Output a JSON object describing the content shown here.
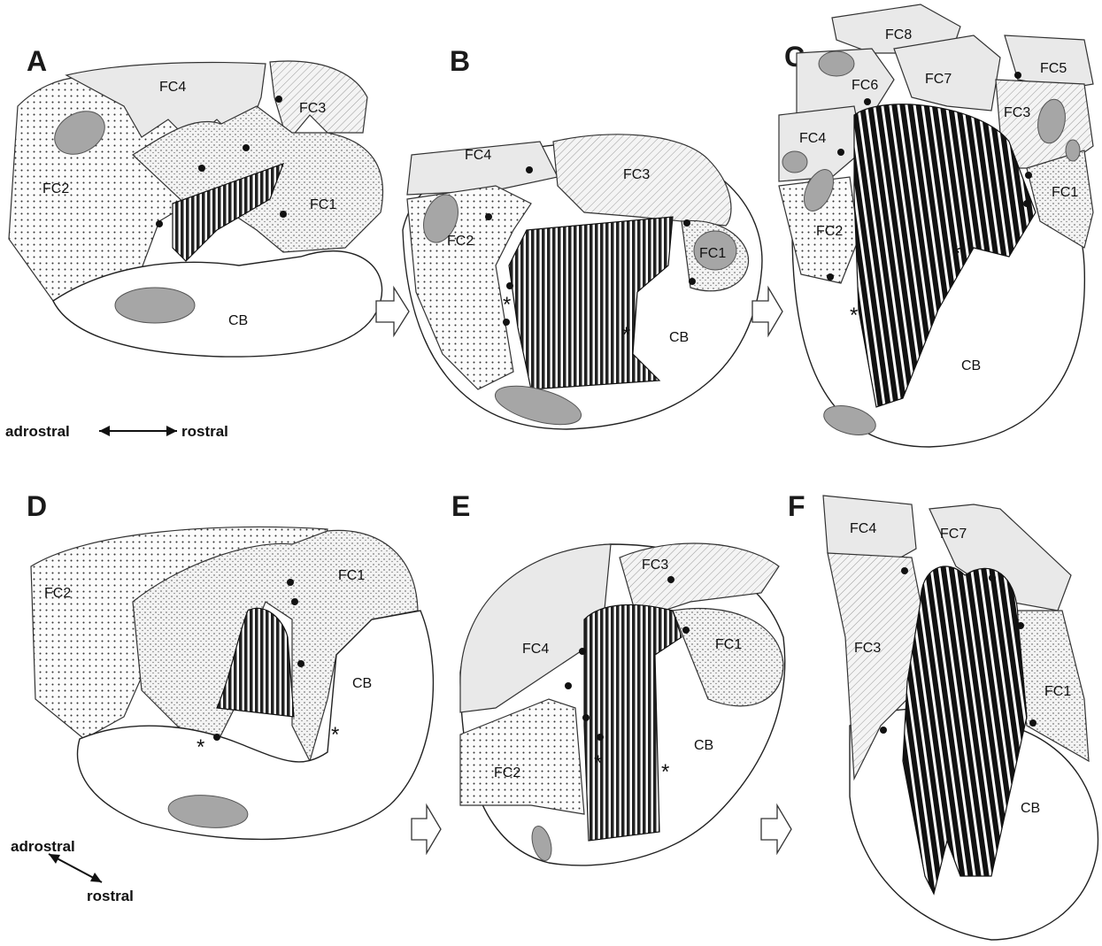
{
  "panels": [
    {
      "letter": "A",
      "labels": [
        "FC4",
        "FC3",
        "FC2",
        "FC1",
        "CB"
      ],
      "direction": "adrostral ↔ rostral"
    },
    {
      "letter": "B",
      "labels": [
        "FC4",
        "FC3",
        "FC2",
        "FC1",
        "CB",
        "*",
        "*"
      ]
    },
    {
      "letter": "C",
      "labels": [
        "FC8",
        "FC5",
        "FC6",
        "FC7",
        "FC3",
        "FC4",
        "FC1",
        "FC2",
        "CB",
        "*",
        "*"
      ]
    },
    {
      "letter": "D",
      "labels": [
        "FC2",
        "FC1",
        "CB",
        "*",
        "*"
      ],
      "direction_top": "adrostral",
      "direction_bottom": "rostral"
    },
    {
      "letter": "E",
      "labels": [
        "FC3",
        "FC4",
        "FC1",
        "FC2",
        "CB",
        "*",
        "*"
      ]
    },
    {
      "letter": "F",
      "labels": [
        "FC4",
        "FC7",
        "FC3",
        "FC1",
        "CB"
      ]
    }
  ],
  "direction": {
    "left": "adrostral",
    "right": "rostral"
  }
}
